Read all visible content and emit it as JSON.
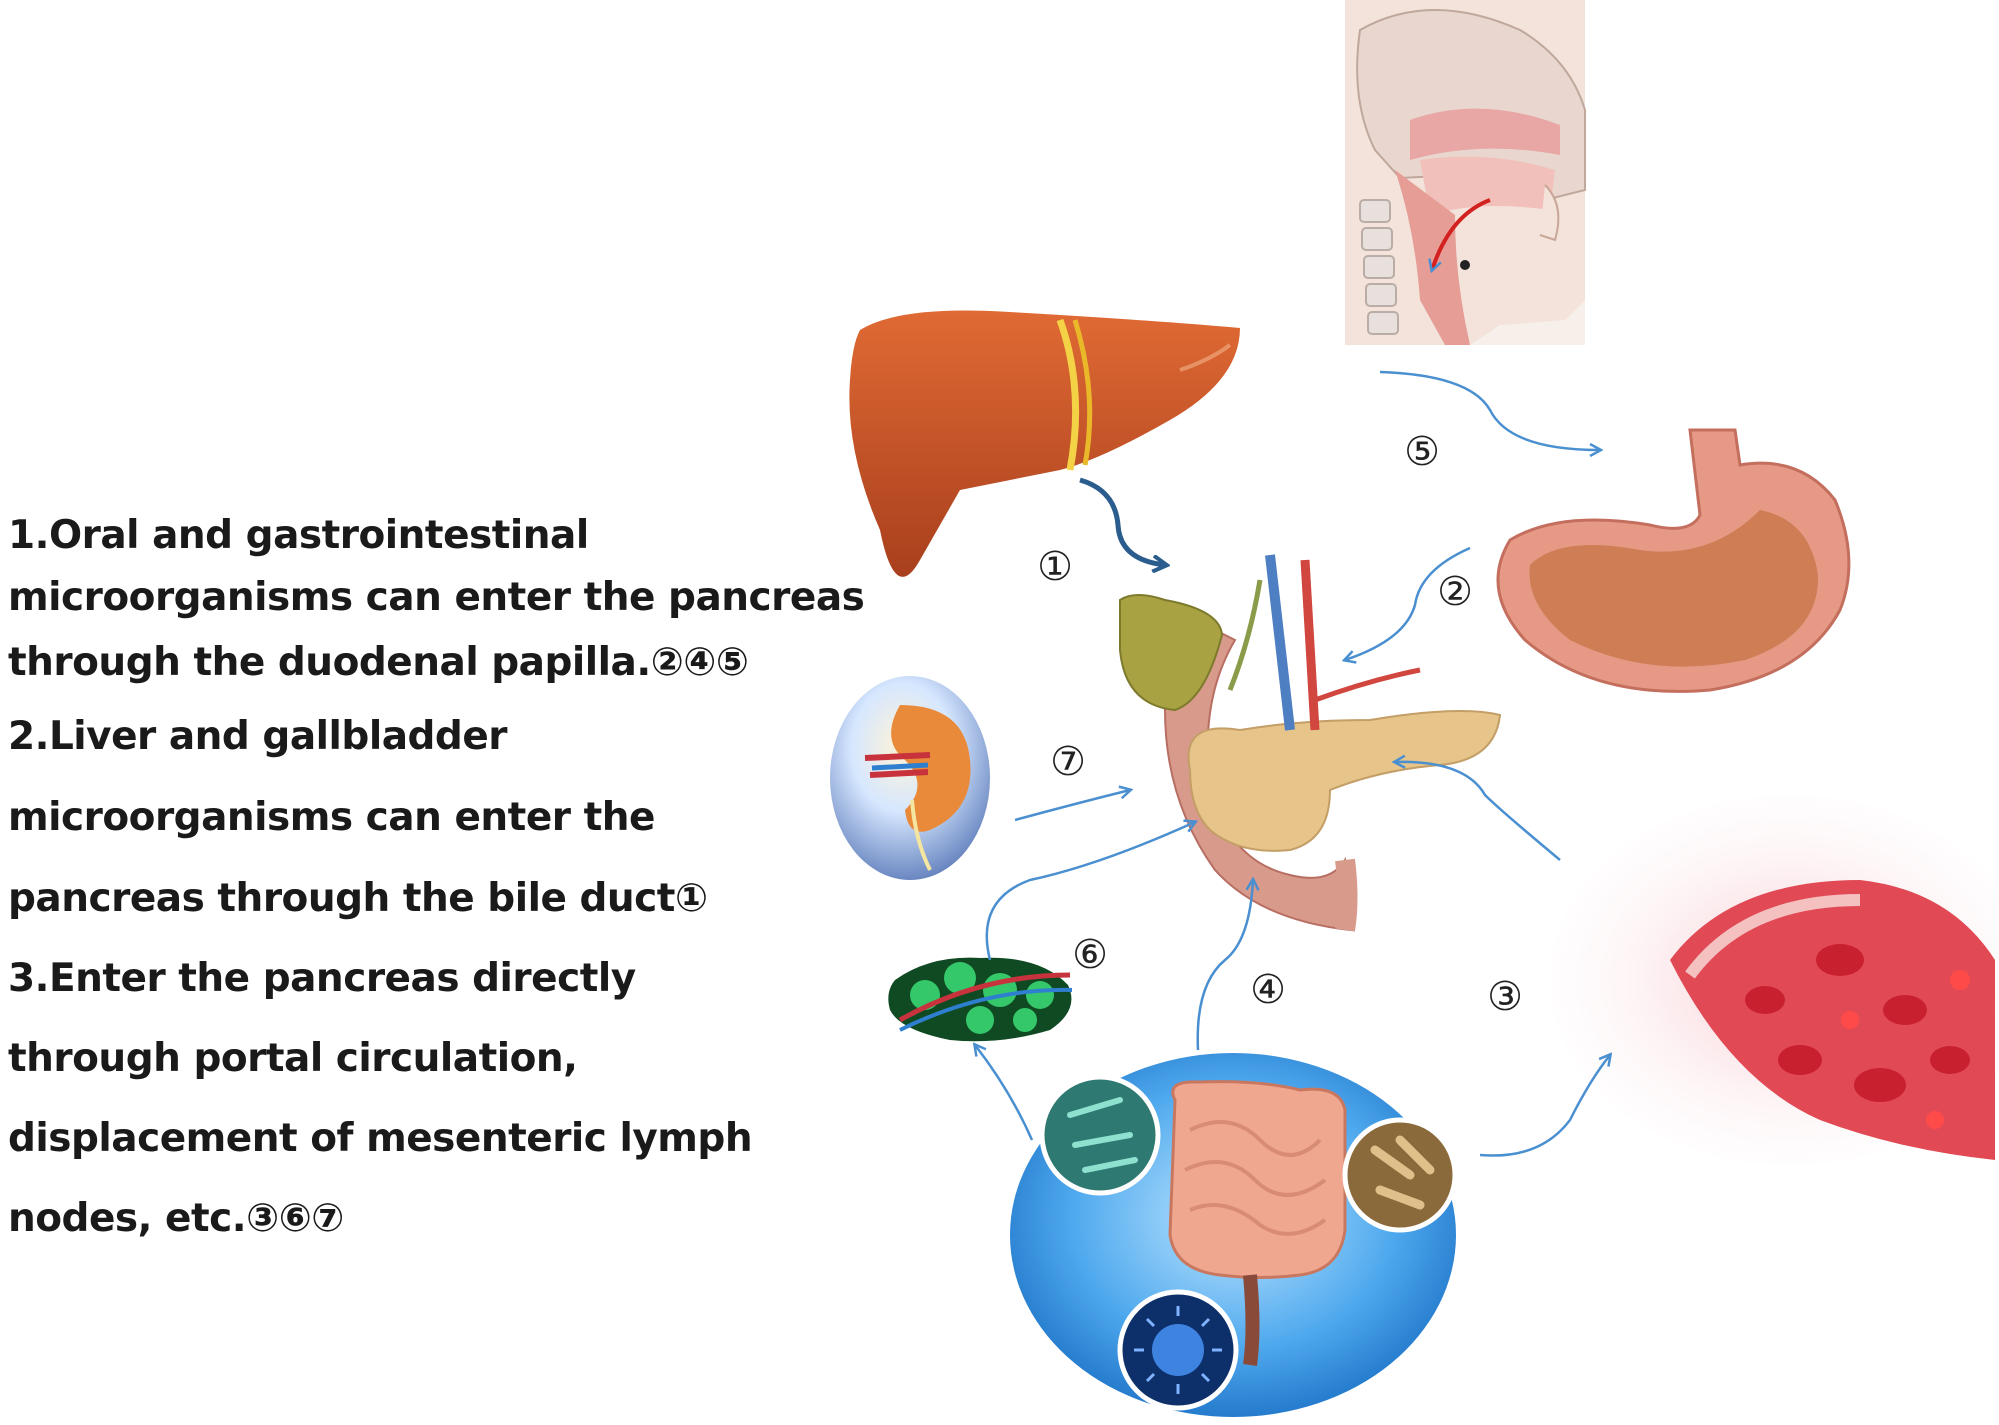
{
  "legend": {
    "lines": [
      "1.Oral and gastrointestinal",
      "microorganisms can enter the pancreas",
      "through the duodenal papilla.②④⑤",
      "2.Liver and gallbladder",
      "microorganisms can enter the",
      "pancreas through the bile duct①",
      "3.Enter the pancreas directly",
      "through portal circulation,",
      "displacement of mesenteric lymph",
      "nodes, etc.③⑥⑦"
    ]
  },
  "routes": {
    "r1": "①",
    "r2": "②",
    "r3": "③",
    "r4": "④",
    "r5": "⑤",
    "r6": "⑥",
    "r7": "⑦"
  },
  "colors": {
    "arrow": "#4a8fd0",
    "liver_arrow": "#2a5d8e",
    "liver": "#c8532a",
    "stomach": "#e8a08c",
    "pancreas": "#e6c48a",
    "blood": "#c8323c",
    "gut_bg": "#3d9be0"
  }
}
